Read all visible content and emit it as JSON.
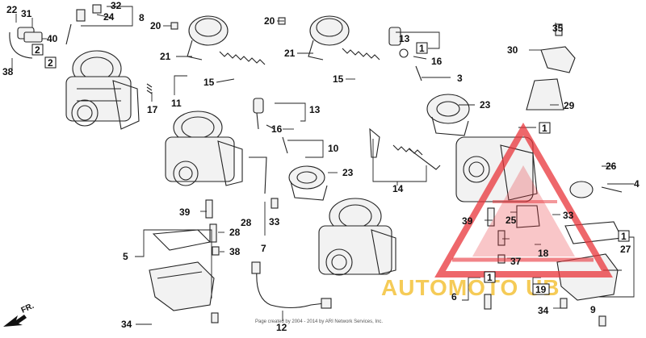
{
  "diagram": {
    "title": "",
    "copyright": "Page created by 2004 - 2014 by ARI Network Services, Inc.",
    "direction_label": "FR.",
    "watermark": "AUTOMOTO UB",
    "accent_color": "#e8343a",
    "watermark_color": "#f4c23a",
    "labels": [
      "22",
      "31",
      "32",
      "24",
      "8",
      "40",
      "2",
      "2",
      "38",
      "20",
      "21",
      "15",
      "17",
      "11",
      "20",
      "21",
      "13",
      "1",
      "16",
      "3",
      "15",
      "13",
      "16",
      "10",
      "14",
      "23",
      "23",
      "35",
      "30",
      "29",
      "1",
      "26",
      "4",
      "39",
      "25",
      "33",
      "28",
      "18",
      "27",
      "1",
      "9",
      "37",
      "1",
      "19",
      "6",
      "34",
      "39",
      "28",
      "38",
      "5",
      "7",
      "33",
      "34",
      "12"
    ]
  }
}
